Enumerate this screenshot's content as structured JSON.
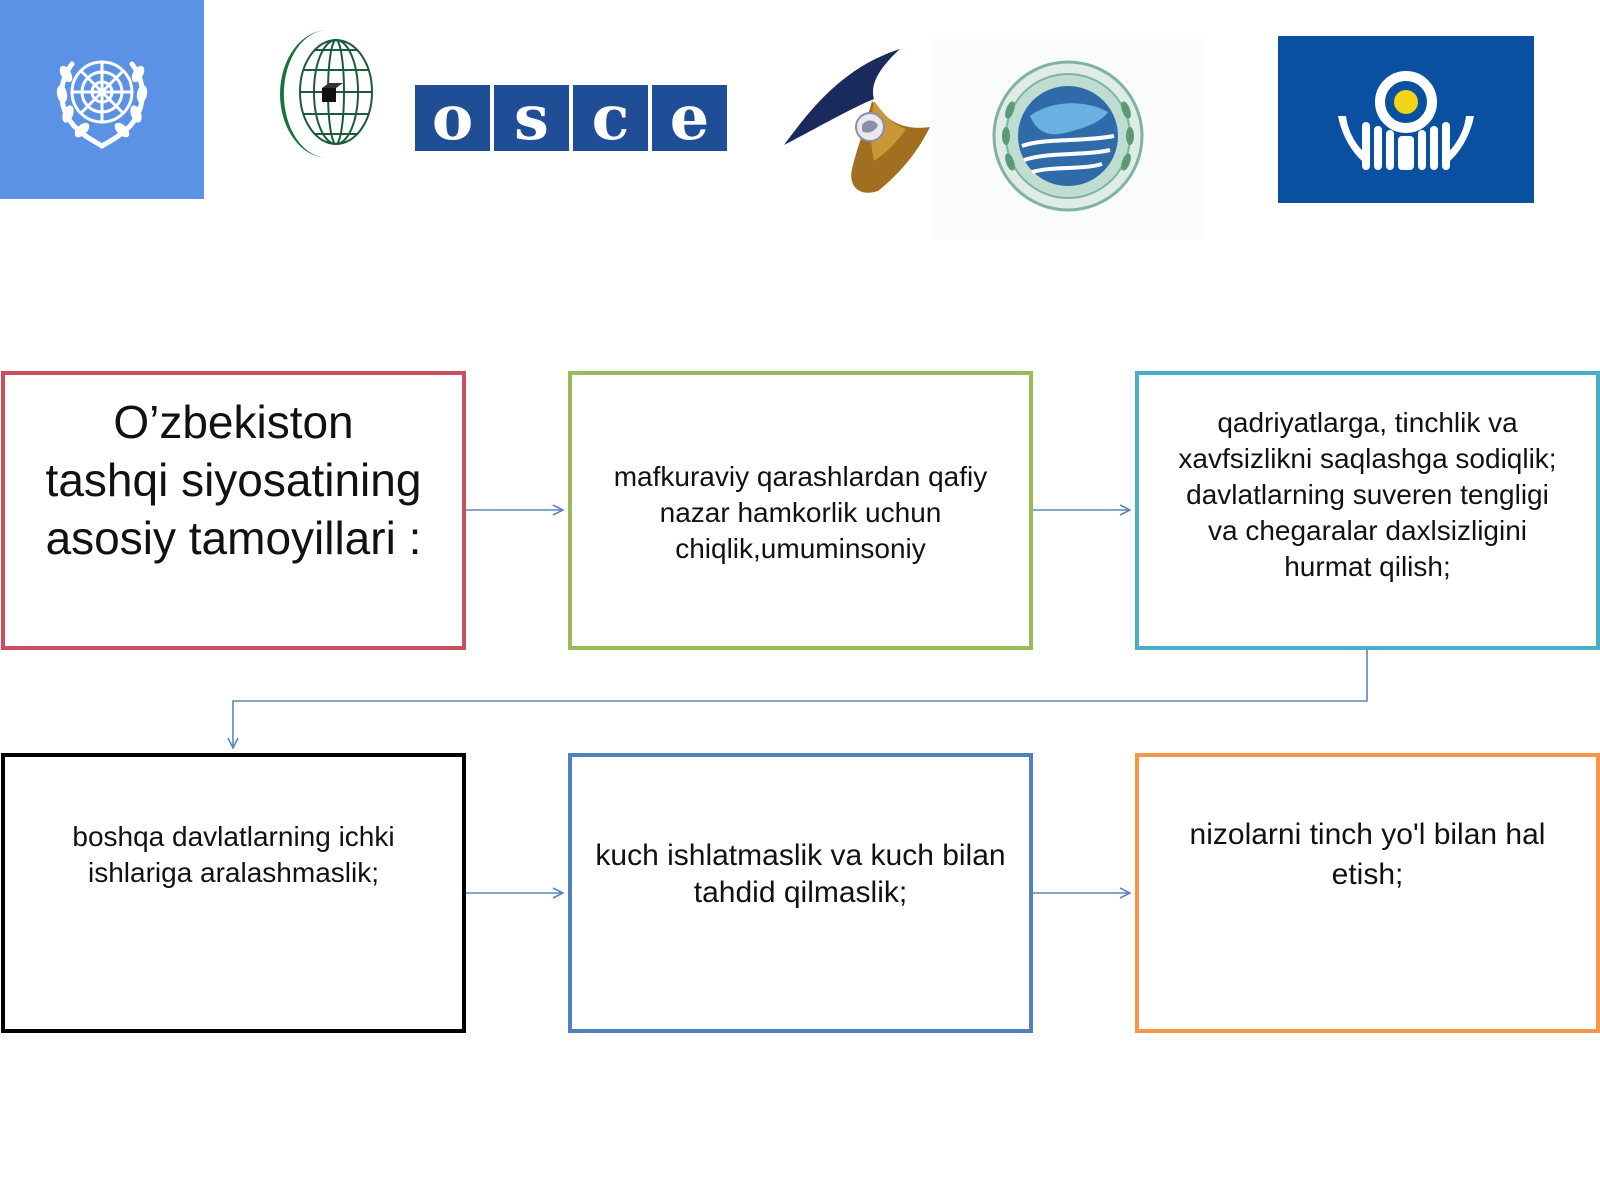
{
  "logos": [
    {
      "name": "un-emblem-icon"
    },
    {
      "name": "oic-emblem-icon"
    },
    {
      "name": "osce-logo",
      "text": "osce"
    },
    {
      "name": "eaeu-emblem-icon"
    },
    {
      "name": "sco-emblem-icon"
    },
    {
      "name": "cis-emblem-icon"
    }
  ],
  "colors": {
    "un_blue": "#5b92e5",
    "osce_blue": "#1f4e96",
    "cis_blue": "#0a50a1",
    "connector": "#5b85b5",
    "box_main": "#c94f5d",
    "box_2": "#9bbb59",
    "box_3": "#4bacc6",
    "box_4": "#000000",
    "box_5": "#4f81bd",
    "box_6": "#f79646"
  },
  "boxes": {
    "main": {
      "lines": [
        "O’zbekiston",
        "tashqi siyosatining",
        "asosiy tamoyillari :"
      ]
    },
    "b2": {
      "lines": [
        "mafkuraviy qarashlardan qafiy",
        "nazar hamkorlik uchun",
        "chiqlik,umuminsoniy"
      ]
    },
    "b3": {
      "lines": [
        "qadriyatlarga, tinchlik va",
        "xavfsizlikni saqlashga sodiqlik;",
        "davlatlarning suveren tengligi",
        "va chegaralar daxlsizligini",
        "hurmat qilish;"
      ]
    },
    "b4": {
      "lines": [
        "boshqa davlatlarning ichki",
        "ishlariga aralashmaslik;"
      ]
    },
    "b5": {
      "lines": [
        "kuch ishlatmaslik va kuch bilan",
        "tahdid qilmaslik;"
      ]
    },
    "b6": {
      "lines": [
        "nizolarni tinch yo'l bilan hal",
        "etish;"
      ]
    }
  }
}
